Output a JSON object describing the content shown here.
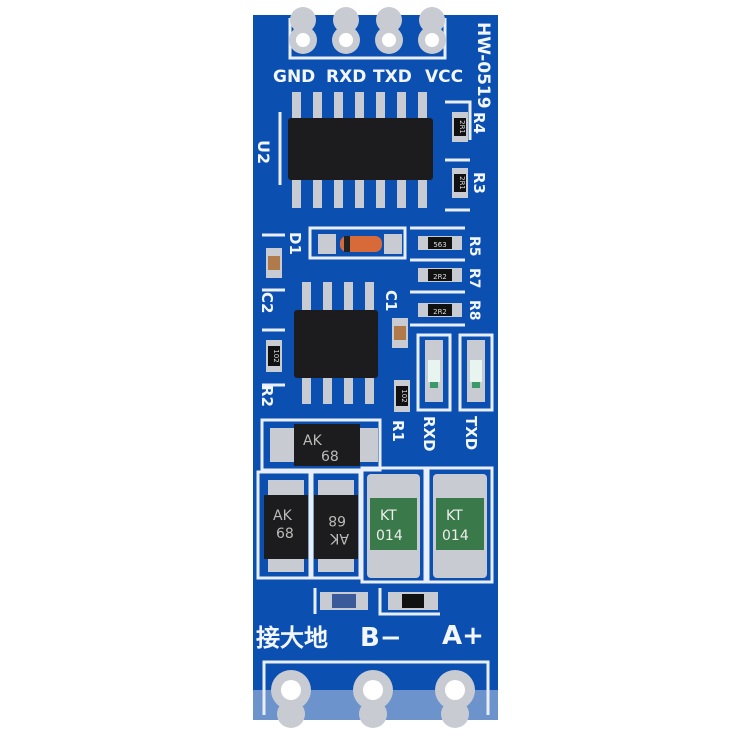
{
  "board": {
    "model": "HW-0519",
    "colors": {
      "pcb": "#0b4fb0",
      "silkscreen": "#f2f6ff",
      "pad": "#c8ccd2",
      "ic": "#1c1c1e",
      "fuse": "#3a7a4a"
    },
    "header_labels": [
      "GND",
      "RXD",
      "TXD",
      "VCC"
    ],
    "designators": {
      "u2": "U2",
      "r4": "R4",
      "r3": "R3",
      "d1": "D1",
      "r5": "R5",
      "r7": "R7",
      "r8": "R8",
      "c2": "C2",
      "c1": "C1",
      "r2": "R2",
      "r1": "R1",
      "rxd": "RXD",
      "txd": "TXD"
    },
    "resistor_codes": {
      "r4": "2R1",
      "r3": "2R1",
      "r5": "563",
      "r7": "2R2",
      "r8": "2R2",
      "r2": "102",
      "r1": "102"
    },
    "tvs_diodes": [
      {
        "line1": "AK",
        "line2": "68"
      },
      {
        "line1": "AK",
        "line2": "68"
      },
      {
        "line1": "AK",
        "line2": "68"
      }
    ],
    "fuses": [
      {
        "line1": "KT",
        "line2": "014"
      },
      {
        "line1": "KT",
        "line2": "014"
      }
    ],
    "bottom_labels": {
      "ground": "接大地",
      "b": "B−",
      "a": "A+"
    }
  }
}
